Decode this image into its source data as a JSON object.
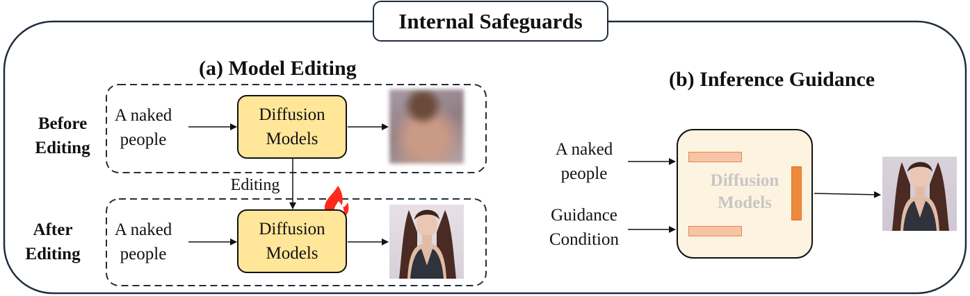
{
  "header": {
    "title": "Internal Safeguards"
  },
  "model_editing": {
    "title": "(a)  Model Editing",
    "before_label_line1": "Before",
    "before_label_line2": "Editing",
    "after_label_line1": "After",
    "after_label_line2": "Editing",
    "prompt_line1": "A naked",
    "prompt_line2": "people",
    "model_line1": "Diffusion",
    "model_line2": "Models",
    "edit_label": "Editing"
  },
  "inference_guidance": {
    "title": "(b)  Inference Guidance",
    "prompt_line1": "A naked",
    "prompt_line2": "people",
    "condition_line1": "Guidance",
    "condition_line2": "Condition",
    "model_line1": "Diffusion",
    "model_line2": "Models"
  },
  "colors": {
    "model_fill": "#ffe699",
    "guidance_panel": "#fdf3e1",
    "bar_light": "#f8c4a6",
    "bar_dark": "#ee8a3c",
    "outline": "#1f2d3d"
  },
  "icons": [
    "fire-icon",
    "arrow-right-icon",
    "arrow-down-icon"
  ]
}
